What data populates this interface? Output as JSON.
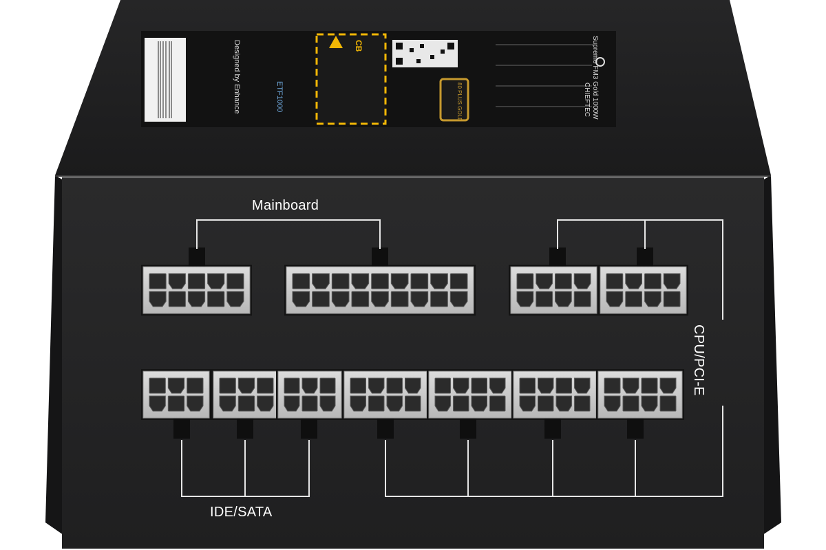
{
  "labels": {
    "mainboard": "Mainboard",
    "ide_sata": "IDE/SATA",
    "cpu_pcie": "CPU/PCI-E"
  },
  "sticker": {
    "brand": "Designed by Enhance",
    "series": "ETF1000",
    "cert_mark": "CB",
    "efficiency_badge": "80 PLUS GOLD",
    "model": "Supremo FM3 Gold 1000W",
    "maker": "CHIEFTEC"
  },
  "colors": {
    "chassis_top": "#1e1e1f",
    "chassis_front": "#252526",
    "connector": "#c9c9c9",
    "sticker_bg": "#121212",
    "warning_yellow": "#f2b705",
    "badge_gold": "#c79a2e"
  }
}
